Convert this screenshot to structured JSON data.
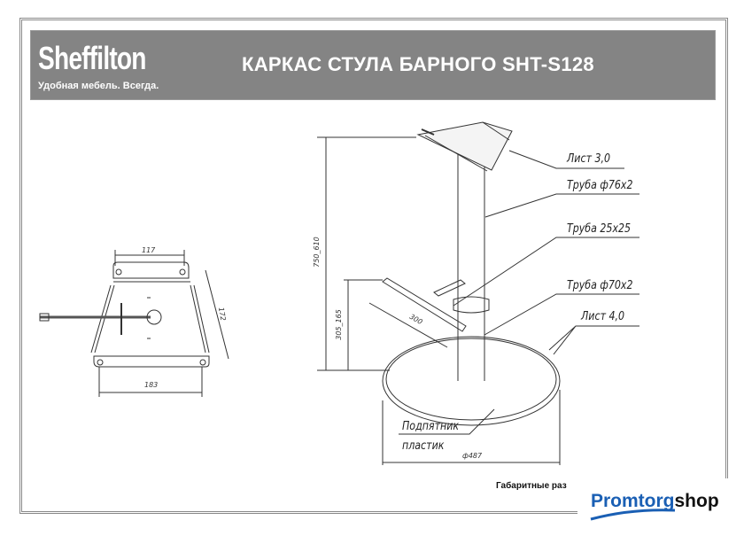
{
  "header": {
    "logo": "Sheffilton",
    "tagline": "Удобная мебель. Всегда.",
    "title": "КАРКАС СТУЛА БАРНОГО SHT-S128"
  },
  "plate_view": {
    "dim_top": "117",
    "dim_bottom": "183",
    "dim_side": "172"
  },
  "main_view": {
    "dim_height": "750_610",
    "dim_footrest_height": "305_165",
    "dim_footrest_length": "300",
    "dim_base_diameter": "ф487",
    "labels": [
      "Лист 3,0",
      "Труба ф76х2",
      "Труба 25х25",
      "Труба ф70х2",
      "Лист 4,0"
    ],
    "base_pad_line1": "Подпятник",
    "base_pad_line2": "пластик"
  },
  "caption": "Габаритные раз",
  "watermark": {
    "part1": "Promtorg",
    "part2": "shop",
    "color": "#1a5fb4"
  }
}
